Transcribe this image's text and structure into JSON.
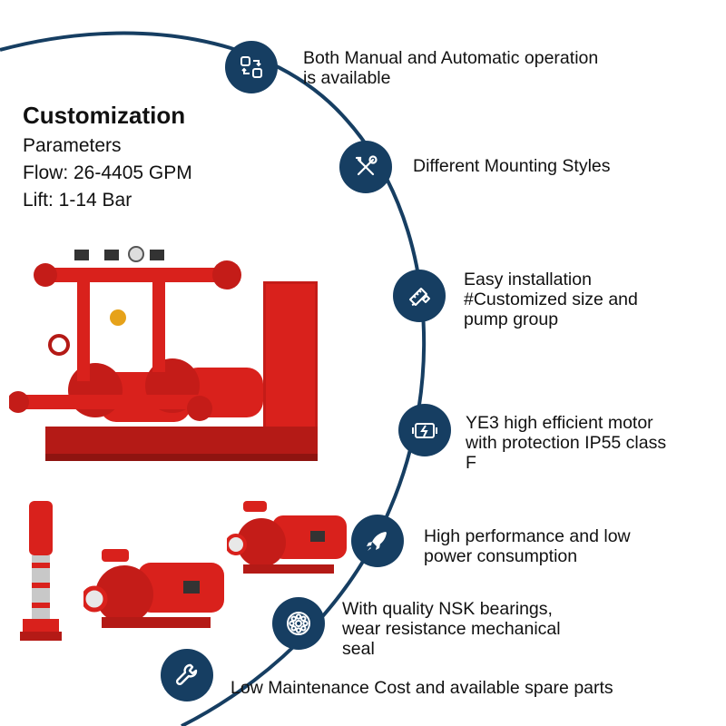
{
  "customization": {
    "title": "Customization",
    "parameters_label": "Parameters",
    "flow": "Flow: 26-4405 GPM",
    "lift": "Lift: 1-14 Bar"
  },
  "features": [
    {
      "icon": "switch-mode-icon",
      "text_lines": [
        "Both Manual and Automatic operation",
        "is available"
      ]
    },
    {
      "icon": "tools-icon",
      "text_lines": [
        "Different Mounting Styles"
      ]
    },
    {
      "icon": "edit-ruler-icon",
      "text_lines": [
        "Easy installation",
        "#Customized size and",
        "pump group"
      ]
    },
    {
      "icon": "motor-icon",
      "text_lines": [
        "YE3 high efficient motor",
        "with protection IP55 class",
        "F"
      ]
    },
    {
      "icon": "rocket-icon",
      "text_lines": [
        "High performance and low",
        "power consumption"
      ]
    },
    {
      "icon": "bearing-icon",
      "text_lines": [
        "With quality NSK bearings,",
        "wear resistance mechanical",
        "seal"
      ]
    },
    {
      "icon": "wrench-icon",
      "text_lines": [
        "Low Maintenance Cost and available spare parts"
      ]
    }
  ],
  "colors": {
    "accent": "#163e62",
    "pump_red": "#d9211c"
  }
}
